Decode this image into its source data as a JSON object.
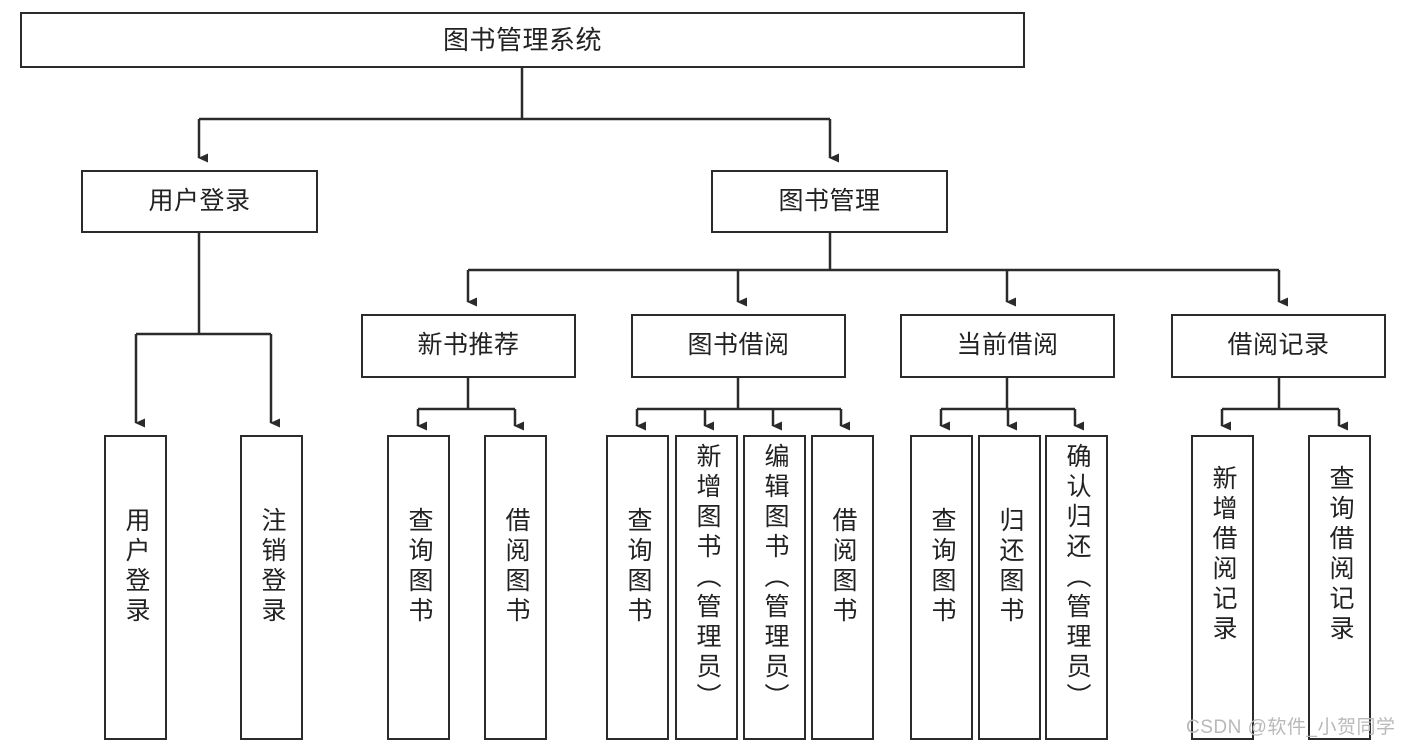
{
  "diagram": {
    "title": "图书管理系统",
    "type": "hierarchy-tree",
    "line_color": "#2b2b2b",
    "box_fill": "#ffffff",
    "text_color": "#222222",
    "watermark": "CSDN @软件_小贺同学",
    "watermark_color": "#b9b9b9",
    "levels": {
      "level1": [
        {
          "id": "root",
          "label": "图书管理系统"
        }
      ],
      "level2": [
        {
          "id": "user-login",
          "label": "用户登录"
        },
        {
          "id": "book-manage",
          "label": "图书管理"
        }
      ],
      "level3": [
        {
          "id": "new-book-rec",
          "label": "新书推荐"
        },
        {
          "id": "book-borrow",
          "label": "图书借阅"
        },
        {
          "id": "current-borrow",
          "label": "当前借阅"
        },
        {
          "id": "borrow-record",
          "label": "借阅记录"
        }
      ],
      "level4": [
        {
          "id": "leaf-user-login",
          "label": "用户登录",
          "parent": "user-login"
        },
        {
          "id": "leaf-logout-login",
          "label": "注销登录",
          "parent": "user-login"
        },
        {
          "id": "leaf-query-book-1",
          "label": "查询图书",
          "parent": "new-book-rec"
        },
        {
          "id": "leaf-borrow-book-1",
          "label": "借阅图书",
          "parent": "new-book-rec"
        },
        {
          "id": "leaf-query-book-2",
          "label": "查询图书",
          "parent": "book-borrow"
        },
        {
          "id": "leaf-add-book",
          "label": "新增图书（管理员）",
          "parent": "book-borrow"
        },
        {
          "id": "leaf-edit-book",
          "label": "编辑图书（管理员）",
          "parent": "book-borrow"
        },
        {
          "id": "leaf-borrow-book-2",
          "label": "借阅图书",
          "parent": "book-borrow"
        },
        {
          "id": "leaf-query-book-3",
          "label": "查询图书",
          "parent": "current-borrow"
        },
        {
          "id": "leaf-return-book",
          "label": "归还图书",
          "parent": "current-borrow"
        },
        {
          "id": "leaf-confirm-return",
          "label": "确认归还（管理员）",
          "parent": "current-borrow"
        },
        {
          "id": "leaf-add-record",
          "label": "新增借阅记录",
          "parent": "borrow-record"
        },
        {
          "id": "leaf-query-record",
          "label": "查询借阅记录",
          "parent": "borrow-record"
        }
      ]
    }
  }
}
